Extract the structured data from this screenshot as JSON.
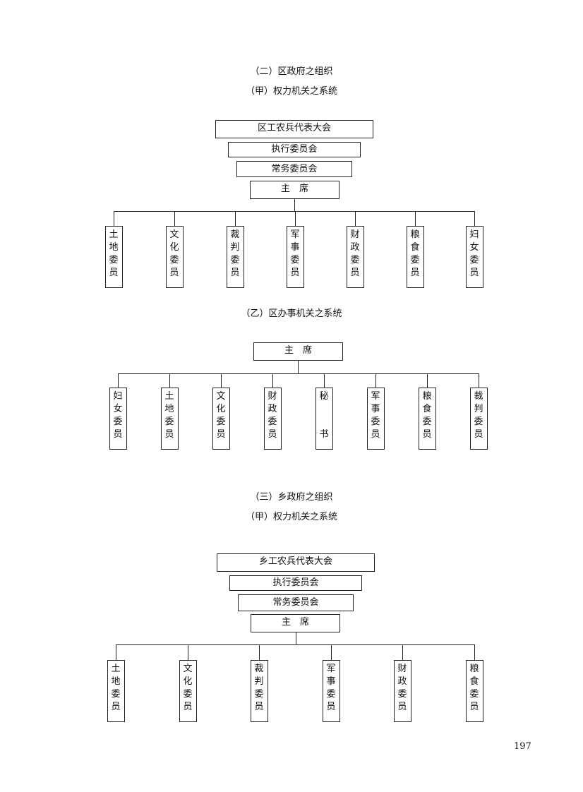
{
  "section2": {
    "title": "（二）区政府之组织",
    "part_a": {
      "title": "（甲）权力机关之系统",
      "chain": [
        "区工农兵代表大会",
        "执行委员会",
        "常务委员会",
        "主　席"
      ],
      "committees": [
        [
          "土",
          "地",
          "委",
          "员"
        ],
        [
          "文",
          "化",
          "委",
          "员"
        ],
        [
          "裁",
          "判",
          "委",
          "员"
        ],
        [
          "军",
          "事",
          "委",
          "员"
        ],
        [
          "财",
          "政",
          "委",
          "员"
        ],
        [
          "粮",
          "食",
          "委",
          "员"
        ],
        [
          "妇",
          "女",
          "委",
          "员"
        ]
      ]
    },
    "part_b": {
      "title": "（乙）区办事机关之系统",
      "chair": "主　席",
      "committees": [
        [
          "妇",
          "女",
          "委",
          "员"
        ],
        [
          "土",
          "地",
          "委",
          "员"
        ],
        [
          "文",
          "化",
          "委",
          "员"
        ],
        [
          "财",
          "政",
          "委",
          "员"
        ],
        [
          "秘",
          "",
          "",
          "书"
        ],
        [
          "军",
          "事",
          "委",
          "员"
        ],
        [
          "粮",
          "食",
          "委",
          "员"
        ],
        [
          "裁",
          "判",
          "委",
          "员"
        ]
      ]
    }
  },
  "section3": {
    "title": "（三）乡政府之组织",
    "part_a": {
      "title": "（甲）权力机关之系统",
      "chain": [
        "乡工农兵代表大会",
        "执行委员会",
        "常务委员会",
        "主　席"
      ],
      "committees": [
        [
          "土",
          "地",
          "委",
          "员"
        ],
        [
          "文",
          "化",
          "委",
          "员"
        ],
        [
          "裁",
          "判",
          "委",
          "员"
        ],
        [
          "军",
          "事",
          "委",
          "员"
        ],
        [
          "财",
          "政",
          "委",
          "员"
        ],
        [
          "粮",
          "食",
          "委",
          "员"
        ]
      ]
    }
  },
  "page_number": "197"
}
